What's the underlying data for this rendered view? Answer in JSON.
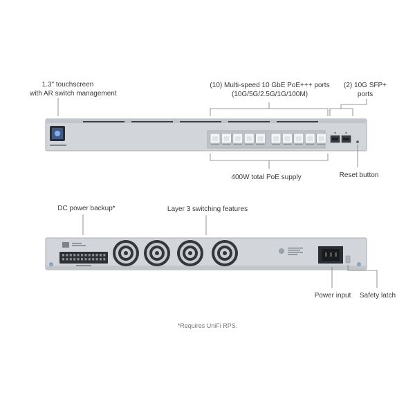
{
  "front": {
    "touchscreen_label_line1": "1.3\" touchscreen",
    "touchscreen_label_line2": "with AR switch management",
    "poe_ports_label_line1": "(10) Multi-speed 10 GbE PoE+++ ports",
    "poe_ports_label_line2": "(10G/5G/2.5G/1G/100M)",
    "sfp_label_line1": "(2) 10G SFP+",
    "sfp_label_line2": "ports",
    "poe_supply_label": "400W total PoE supply",
    "reset_label": "Reset button",
    "port_count": 10,
    "sfp_count": 2
  },
  "back": {
    "dc_power_label": "DC power backup*",
    "layer3_label": "Layer 3 switching features",
    "power_input_label": "Power input",
    "safety_latch_label": "Safety latch",
    "fan_count": 4
  },
  "footnote": "*Requires UniFi RPS.",
  "colors": {
    "chassis": "#c9ccd0",
    "chassis_edge": "#a9adb2",
    "text": "#3a3a3a",
    "line": "#777777"
  }
}
